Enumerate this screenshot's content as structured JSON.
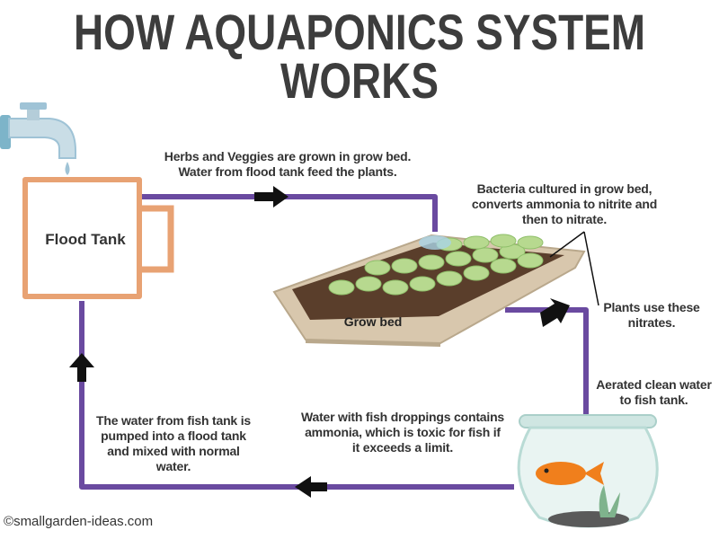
{
  "title": {
    "line1": "HOW AQUAPONICS SYSTEM",
    "line2": "WORKS"
  },
  "components": {
    "flood_tank": "Flood Tank",
    "grow_bed": "Grow bed"
  },
  "captions": {
    "grow_bed_feed": "Herbs and Veggies are grown in grow bed.\nWater from flood tank feed the plants.",
    "bacteria": "Bacteria cultured in grow bed,\nconverts ammonia to nitrite and\nthen to nitrate.",
    "plants_nitrates": "Plants use these\nnitrates.",
    "aerated_water": "Aerated clean water\nto fish tank.",
    "fish_droppings": "Water with fish droppings contains\nammonia, which is toxic for fish if\nit exceeds a limit.",
    "pumped_flood": "The water from fish tank  is\npumped into a flood tank\nand mixed with normal\nwater."
  },
  "footer": {
    "copyright_symbol": "©",
    "site": "smallgarden-ideas.com"
  },
  "colors": {
    "pipe": "#6a4aa0",
    "flood_tank": "#e8a273",
    "tap": "#9fc3d6",
    "soil": "#5a3e2b",
    "bed_wood": "#d8c7ad",
    "plants": "#b7d98f",
    "fish": "#f07f1c",
    "bowl": "#cfe6e2",
    "arrow": "#111111",
    "text": "#333333"
  }
}
